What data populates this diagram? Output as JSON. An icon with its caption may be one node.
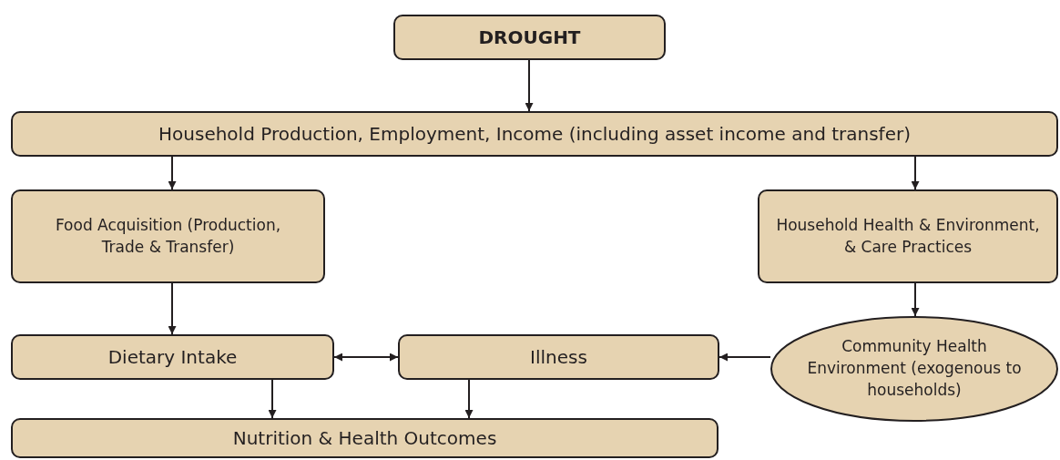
{
  "diagram": {
    "nodes": [
      {
        "text": [
          "DROUGHT"
        ]
      },
      {
        "text": [
          "Household Production, Employment, Income (including asset income and transfer)"
        ]
      },
      {
        "text": [
          "Food Acquisition (Production, Trade & Transfer)"
        ]
      },
      {
        "text": [
          "Household Health & Environment, & Care Practices"
        ]
      },
      {
        "text": [
          "Dietary Intake"
        ]
      },
      {
        "text": [
          "Illness"
        ]
      },
      {
        "text": [
          "Community Health Environment (exogenous to households)"
        ]
      },
      {
        "text": [
          "Nutrition & Health Outcomes"
        ]
      }
    ],
    "edges": [
      {
        "from": 0,
        "to": 1,
        "arrow": "to"
      },
      {
        "from": 1,
        "to": 2,
        "arrow": "to"
      },
      {
        "from": 1,
        "to": 3,
        "arrow": "to"
      },
      {
        "from": 2,
        "to": 4,
        "arrow": "to"
      },
      {
        "from": 3,
        "to": 6,
        "arrow": "to"
      },
      {
        "from": 4,
        "to": 5,
        "arrow": "both"
      },
      {
        "from": 6,
        "to": 5,
        "arrow": "to"
      },
      {
        "from": 4,
        "to": 7,
        "arrow": "to"
      },
      {
        "from": 5,
        "to": 7,
        "arrow": "to"
      }
    ]
  }
}
